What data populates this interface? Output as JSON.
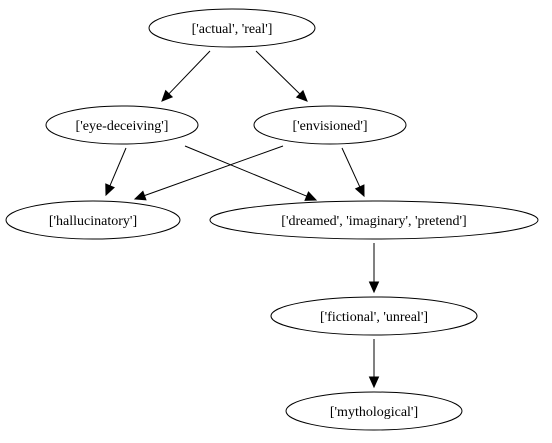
{
  "nodes": [
    {
      "id": "actual_real",
      "label": "['actual', 'real']"
    },
    {
      "id": "eye_deceiving",
      "label": "['eye-deceiving']"
    },
    {
      "id": "envisioned",
      "label": "['envisioned']"
    },
    {
      "id": "hallucinatory",
      "label": "['hallucinatory']"
    },
    {
      "id": "dreamed",
      "label": "['dreamed', 'imaginary', 'pretend']"
    },
    {
      "id": "fictional",
      "label": "['fictional', 'unreal']"
    },
    {
      "id": "mythological",
      "label": "['mythological']"
    }
  ],
  "edges": [
    {
      "from": "actual_real",
      "to": "eye_deceiving"
    },
    {
      "from": "actual_real",
      "to": "envisioned"
    },
    {
      "from": "eye_deceiving",
      "to": "hallucinatory"
    },
    {
      "from": "eye_deceiving",
      "to": "dreamed"
    },
    {
      "from": "envisioned",
      "to": "hallucinatory"
    },
    {
      "from": "envisioned",
      "to": "dreamed"
    },
    {
      "from": "dreamed",
      "to": "fictional"
    },
    {
      "from": "fictional",
      "to": "mythological"
    }
  ]
}
